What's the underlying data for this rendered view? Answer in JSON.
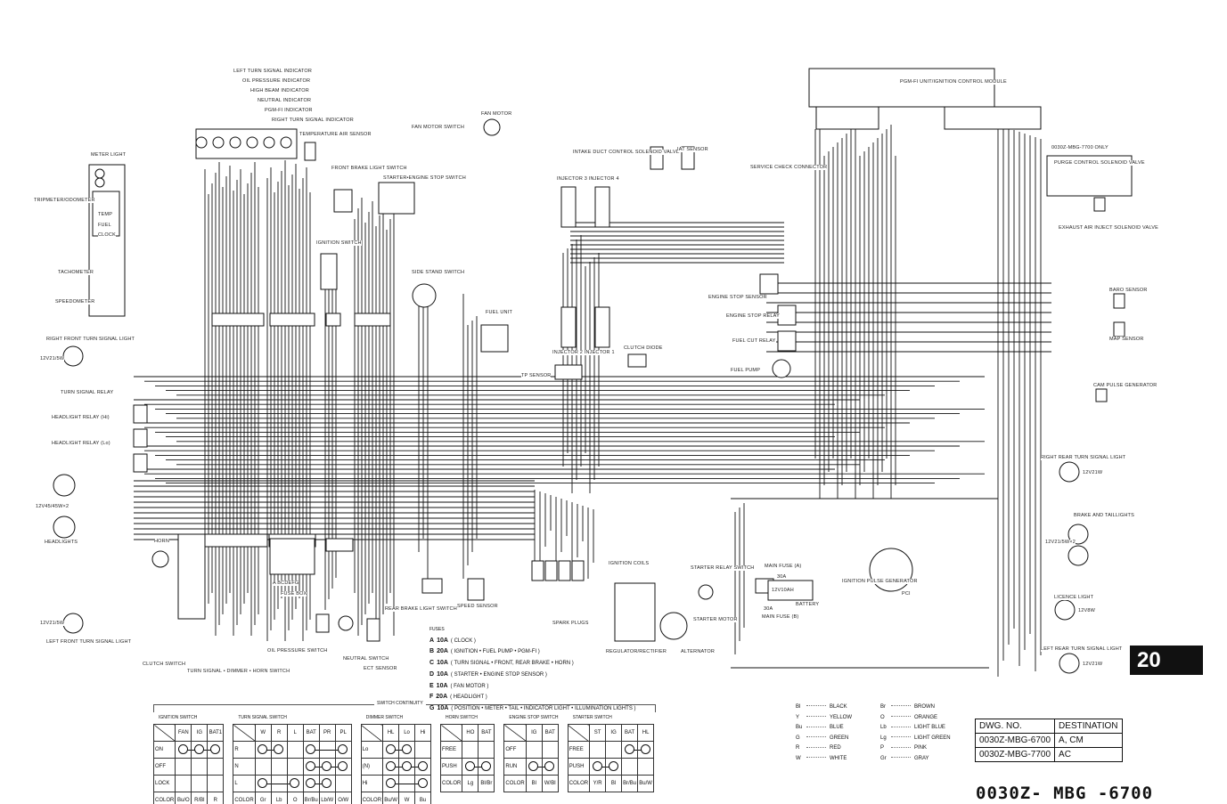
{
  "labels": {
    "left_turn_ind": "LEFT TURN SIGNAL INDICATOR",
    "oil_ind": "OIL PRESSURE INDICATOR",
    "hibeam_ind": "HIGH BEAM INDICATOR",
    "neutral_ind": "NEUTRAL INDICATOR",
    "pgmfi_ind": "PGM-FI INDICATOR",
    "right_turn_ind": "RIGHT TURN SIGNAL INDICATOR",
    "temp_air": "TEMPERATURE AIR SENSOR",
    "meter_light": "METER LIGHT",
    "tripmeter": "TRIPMETER/ODOMETER",
    "temp": "TEMP",
    "fuel": "FUEL",
    "clock": "CLOCK",
    "tachometer": "TACHOMETER",
    "speedometer": "SPEEDOMETER",
    "rf_turn": "RIGHT FRONT TURN SIGNAL LIGHT",
    "rf_bulb": "12V21/5W",
    "turn_relay": "TURN SIGNAL RELAY",
    "hl_relay_hi": "HEADLIGHT RELAY (Hi)",
    "hl_relay_lo": "HEADLIGHT RELAY (Lo)",
    "hl_bulb": "12V45/45W×2",
    "headlights": "HEADLIGHTS",
    "horn": "HORN",
    "lf_bulb": "12V21/5W",
    "lf_turn": "LEFT FRONT TURN SIGNAL LIGHT",
    "clutch_sw": "CLUTCH SWITCH",
    "handlebar_sw": "TURN SIGNAL • DIMMER • HORN SWITCH",
    "oil_sw": "OIL PRESSURE SWITCH",
    "neutral_sw": "NEUTRAL SWITCH",
    "ect": "ECT SENSOR",
    "fusebox_letters": "A  BCDEFG",
    "fusebox": "FUSE BOX",
    "fan_sw": "FAN MOTOR SWITCH",
    "fan_motor": "FAN MOTOR",
    "front_brake": "FRONT BRAKE LIGHT SWITCH",
    "starter_stop": "STARTER•ENGINE STOP SWITCH",
    "ign_sw": "IGNITION SWITCH",
    "side_stand": "SIDE STAND SWITCH",
    "fuel_unit": "FUEL UNIT",
    "tp_sensor": "TP SENSOR",
    "inj21": "INJECTOR 2  INJECTOR 1",
    "clutch_diode": "CLUTCH DIODE",
    "inj34": "INJECTOR 3   INJECTOR 4",
    "intake_valve": "INTAKE DUCT CONTROL SOLENOID VALVE",
    "iat": "IAT SENSOR",
    "service_conn": "SERVICE CHECK CONNECTOR",
    "ecm": "PGM-FI UNIT/IGNITION CONTROL MODULE",
    "mbg7700_only": "0030Z-MBG-7700 ONLY",
    "purge_valve": "PURGE CONTROL SOLENOID VALVE",
    "exhaust_valve": "EXHAUST AIR INJECT SOLENOID VALVE",
    "baro": "BARO SENSOR",
    "map": "MAP SENSOR",
    "cam_pulse": "CAM PULSE GENERATOR",
    "engine_stop_sensor": "ENGINE STOP SENSOR",
    "engine_stop_relay": "ENGINE STOP RELAY",
    "fuel_cut_relay": "FUEL CUT RELAY",
    "fuel_pump": "FUEL PUMP",
    "rr_turn": "RIGHT REAR TURN SIGNAL LIGHT",
    "rr_bulb": "12V21W",
    "brake_tail": "BRAKE AND TAILLIGHTS",
    "tail_bulb": "12V21/5W×2",
    "licence": "LICENCE LIGHT",
    "licence_bulb": "12V8W",
    "lr_turn": "LEFT REAR TURN SIGNAL LIGHT",
    "lr_bulb": "12V21W",
    "ign_pulse": "IGNITION PULSE GENERATOR",
    "pcl": "PCI",
    "starter_relay": "STARTER RELAY SWITCH",
    "main_fuse_a": "MAIN FUSE (A)",
    "fuse30a_1": "30A",
    "battery_rating": "12V10AH",
    "battery": "BATTERY",
    "fuse30a_2": "30A",
    "main_fuse_b": "MAIN FUSE (B)",
    "starter_motor": "STARTER MOTOR",
    "ign_coils": "IGNITION COILS",
    "spark_plugs": "SPARK PLUGS",
    "regulator": "REGULATOR/RECTIFIER",
    "alternator": "ALTERNATOR",
    "rear_brake": "REAR BRAKE LIGHT SWITCH",
    "speed_sensor": "SPEED SENSOR"
  },
  "fuses": {
    "title": "FUSES",
    "items": [
      {
        "letter": "A",
        "rating": "10A",
        "desc": "( CLOCK )"
      },
      {
        "letter": "B",
        "rating": "20A",
        "desc": "( IGNITION • FUEL PUMP • PGM-FI )"
      },
      {
        "letter": "C",
        "rating": "10A",
        "desc": "( TURN SIGNAL • FRONT, REAR BRAKE • HORN )"
      },
      {
        "letter": "D",
        "rating": "10A",
        "desc": "( STARTER • ENGINE STOP SENSOR )"
      },
      {
        "letter": "E",
        "rating": "10A",
        "desc": "( FAN MOTOR )"
      },
      {
        "letter": "F",
        "rating": "20A",
        "desc": "( HEADLIGHT )"
      },
      {
        "letter": "G",
        "rating": "10A",
        "desc": "( POSITION • METER • TAIL • INDICATOR LIGHT • ILLUMINATION LIGHTS )"
      }
    ]
  },
  "color_codes": [
    {
      "code": "Bl",
      "name": "BLACK"
    },
    {
      "code": "Br",
      "name": "BROWN"
    },
    {
      "code": "Y",
      "name": "YELLOW"
    },
    {
      "code": "O",
      "name": "ORANGE"
    },
    {
      "code": "Bu",
      "name": "BLUE"
    },
    {
      "code": "Lb",
      "name": "LIGHT BLUE"
    },
    {
      "code": "G",
      "name": "GREEN"
    },
    {
      "code": "Lg",
      "name": "LIGHT GREEN"
    },
    {
      "code": "R",
      "name": "RED"
    },
    {
      "code": "P",
      "name": "PINK"
    },
    {
      "code": "W",
      "name": "WHITE"
    },
    {
      "code": "Gr",
      "name": "GRAY"
    }
  ],
  "dwg_table": {
    "headers": [
      "DWG. NO.",
      "DESTINATION"
    ],
    "rows": [
      [
        "0030Z-MBG-6700",
        "A, CM"
      ],
      [
        "0030Z-MBG-7700",
        "AC"
      ]
    ]
  },
  "drawing_number": "0030Z- MBG -6700",
  "page_number": "20",
  "switch_continuity": {
    "title": "SWITCH CONTINUITY",
    "tables": [
      {
        "name": "IGNITION SWITCH",
        "cols": [
          "FAN",
          "IG",
          "BAT1"
        ],
        "rows": [
          {
            "label": "ON",
            "groups": [
              [
                0,
                1,
                2
              ]
            ]
          },
          {
            "label": "OFF",
            "groups": []
          },
          {
            "label": "LOCK",
            "groups": []
          }
        ],
        "colors": [
          "Bu/O",
          "R/Bl",
          "R"
        ]
      },
      {
        "name": "TURN SIGNAL SWITCH",
        "cols": [
          "W",
          "R",
          "L",
          "BAT",
          "PR",
          "PL"
        ],
        "rows": [
          {
            "label": "R",
            "groups": [
              [
                0,
                1
              ],
              [
                3,
                5
              ]
            ]
          },
          {
            "label": "N",
            "groups": [
              [
                3,
                4,
                5
              ]
            ]
          },
          {
            "label": "L",
            "groups": [
              [
                0,
                2
              ],
              [
                3,
                4
              ]
            ]
          }
        ],
        "colors": [
          "Gr",
          "Lb",
          "O",
          "Br/Bu",
          "Lb/W",
          "O/W"
        ]
      },
      {
        "name": "DIMMER SWITCH",
        "cols": [
          "HL",
          "Lo",
          "Hi"
        ],
        "rows": [
          {
            "label": "Lo",
            "groups": [
              [
                0,
                1
              ]
            ]
          },
          {
            "label": "(N)",
            "groups": [
              [
                0,
                1,
                2
              ]
            ]
          },
          {
            "label": "Hi",
            "groups": [
              [
                0,
                2
              ]
            ]
          }
        ],
        "colors": [
          "Bu/W",
          "W",
          "Bu"
        ]
      },
      {
        "name": "HORN SWITCH",
        "cols": [
          "HO",
          "BAT"
        ],
        "rows": [
          {
            "label": "FREE",
            "groups": []
          },
          {
            "label": "PUSH",
            "groups": [
              [
                0,
                1
              ]
            ]
          }
        ],
        "colors": [
          "Lg",
          "Bl/Br"
        ]
      },
      {
        "name": "ENGINE STOP SWITCH",
        "cols": [
          "IG",
          "BAT"
        ],
        "rows": [
          {
            "label": "OFF",
            "groups": []
          },
          {
            "label": "RUN",
            "groups": [
              [
                0,
                1
              ]
            ]
          }
        ],
        "colors": [
          "Bl",
          "W/Bl"
        ]
      },
      {
        "name": "STARTER SWITCH",
        "cols": [
          "ST",
          "IG",
          "BAT",
          "HL"
        ],
        "rows": [
          {
            "label": "FREE",
            "groups": [
              [
                2,
                3
              ]
            ]
          },
          {
            "label": "PUSH",
            "groups": [
              [
                0,
                1
              ]
            ]
          }
        ],
        "colors": [
          "Y/R",
          "Bl",
          "Br/Bu",
          "Bu/W"
        ]
      }
    ],
    "color_row_label": "COLOR"
  }
}
